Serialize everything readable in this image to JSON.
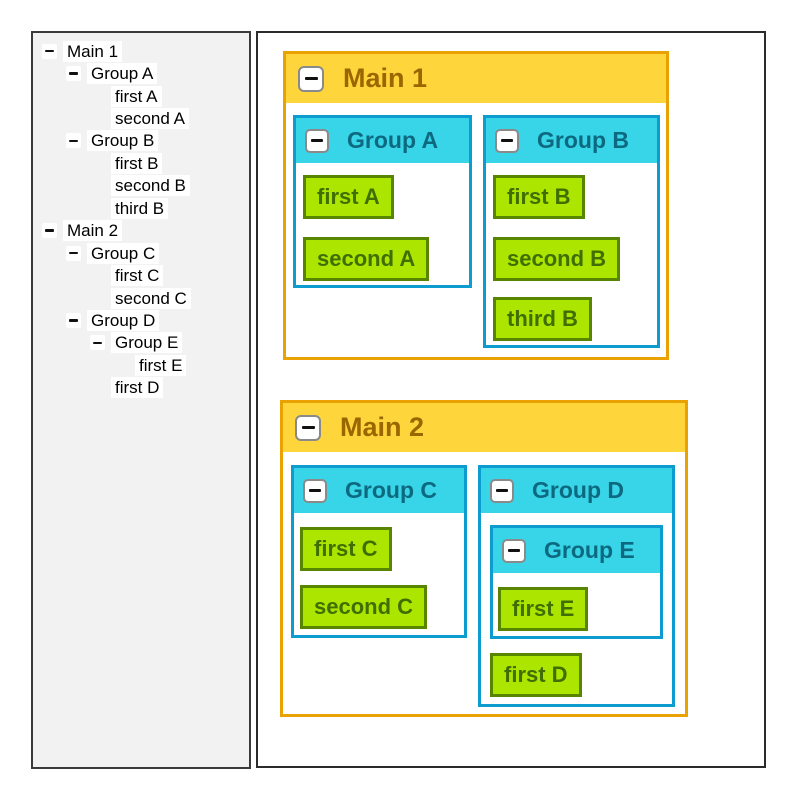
{
  "icons": {
    "collapse": "−"
  },
  "colors": {
    "main_border": "#E9A202",
    "main_header_bg": "#FFD53C",
    "main_title": "#9A6600",
    "group_border": "#0D9CCF",
    "group_header_bg": "#38D5E8",
    "group_title": "#0D6980",
    "node_bg": "#ACE600",
    "node_border": "#578500",
    "node_text": "#406E00",
    "tree_bg": "#F2F2F2"
  },
  "tree": {
    "items": [
      {
        "label": "Main 1",
        "level": 0,
        "expandable": true,
        "expanded": true
      },
      {
        "label": "Group A",
        "level": 1,
        "expandable": true,
        "expanded": true
      },
      {
        "label": "first A",
        "level": 2,
        "expandable": false
      },
      {
        "label": "second A",
        "level": 2,
        "expandable": false
      },
      {
        "label": "Group B",
        "level": 1,
        "expandable": true,
        "expanded": true
      },
      {
        "label": "first B",
        "level": 2,
        "expandable": false
      },
      {
        "label": "second B",
        "level": 2,
        "expandable": false
      },
      {
        "label": "third B",
        "level": 2,
        "expandable": false
      },
      {
        "label": "Main 2",
        "level": 0,
        "expandable": true,
        "expanded": true
      },
      {
        "label": "Group C",
        "level": 1,
        "expandable": true,
        "expanded": true
      },
      {
        "label": "first C",
        "level": 2,
        "expandable": false
      },
      {
        "label": "second C",
        "level": 2,
        "expandable": false
      },
      {
        "label": "Group D",
        "level": 1,
        "expandable": true,
        "expanded": true
      },
      {
        "label": "Group E",
        "level": 2,
        "expandable": true,
        "expanded": true
      },
      {
        "label": "first E",
        "level": 3,
        "expandable": false
      },
      {
        "label": "first D",
        "level": 2,
        "expandable": false
      }
    ]
  },
  "diagram": {
    "main1": {
      "title": "Main 1",
      "groupA": {
        "title": "Group A",
        "nodes": [
          "first A",
          "second A"
        ]
      },
      "groupB": {
        "title": "Group B",
        "nodes": [
          "first B",
          "second B",
          "third B"
        ]
      }
    },
    "main2": {
      "title": "Main 2",
      "groupC": {
        "title": "Group C",
        "nodes": [
          "first C",
          "second C"
        ]
      },
      "groupD": {
        "title": "Group D",
        "groupE": {
          "title": "Group E",
          "nodes": [
            "first E"
          ]
        },
        "nodes": [
          "first D"
        ]
      }
    }
  }
}
